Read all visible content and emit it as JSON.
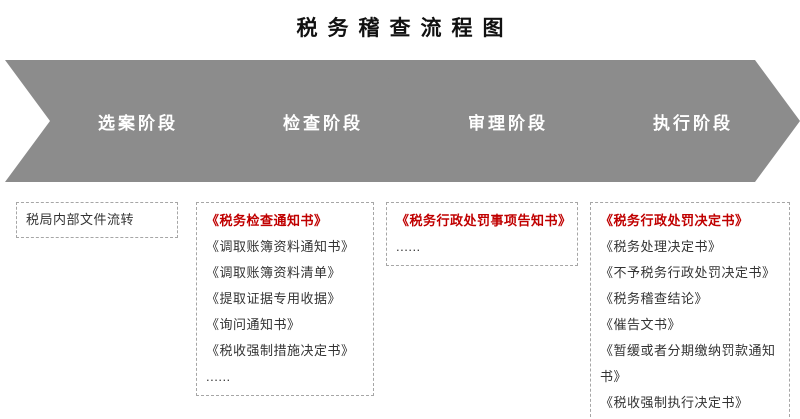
{
  "title": "税务稽查流程图",
  "colors": {
    "arrow_gray": "#8c8c8c",
    "highlight_red": "#c00000",
    "text_dark": "#333333",
    "box_border": "#a6a6a6"
  },
  "stages": [
    {
      "label": "选案阶段"
    },
    {
      "label": "检查阶段"
    },
    {
      "label": "审理阶段"
    },
    {
      "label": "执行阶段"
    }
  ],
  "document_boxes": [
    {
      "items": [
        "税局内部文件流转"
      ]
    },
    {
      "items": [
        "《税务检查通知书》",
        "《调取账簿资料通知书》",
        "《调取账簿资料清单》",
        "《提取证据专用收据》",
        "《询问通知书》",
        "《税收强制措施决定书》",
        "......"
      ]
    },
    {
      "items": [
        "《税务行政处罚事项告知书》",
        "......"
      ]
    },
    {
      "items": [
        "《税务行政处罚决定书》",
        "《税务处理决定书》",
        "《不予税务行政处罚决定书》",
        "《税务稽查结论》",
        "《催告文书》",
        "《暂缓或者分期缴纳罚款通知书》",
        "《税收强制执行决定书》"
      ]
    }
  ]
}
